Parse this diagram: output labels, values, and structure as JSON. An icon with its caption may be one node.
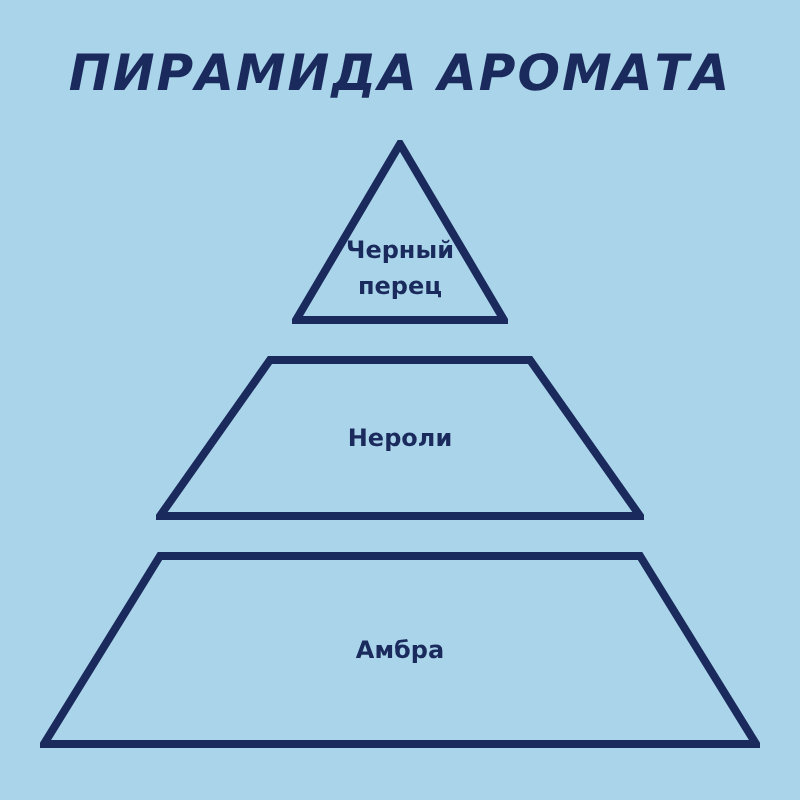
{
  "diagram": {
    "title": "ПИРАМИДА АРОМАТА",
    "nodes": [
      {
        "text": [
          "Черный перец"
        ]
      },
      {
        "text": [
          "Нероли"
        ]
      },
      {
        "text": [
          "Амбра"
        ]
      }
    ]
  }
}
